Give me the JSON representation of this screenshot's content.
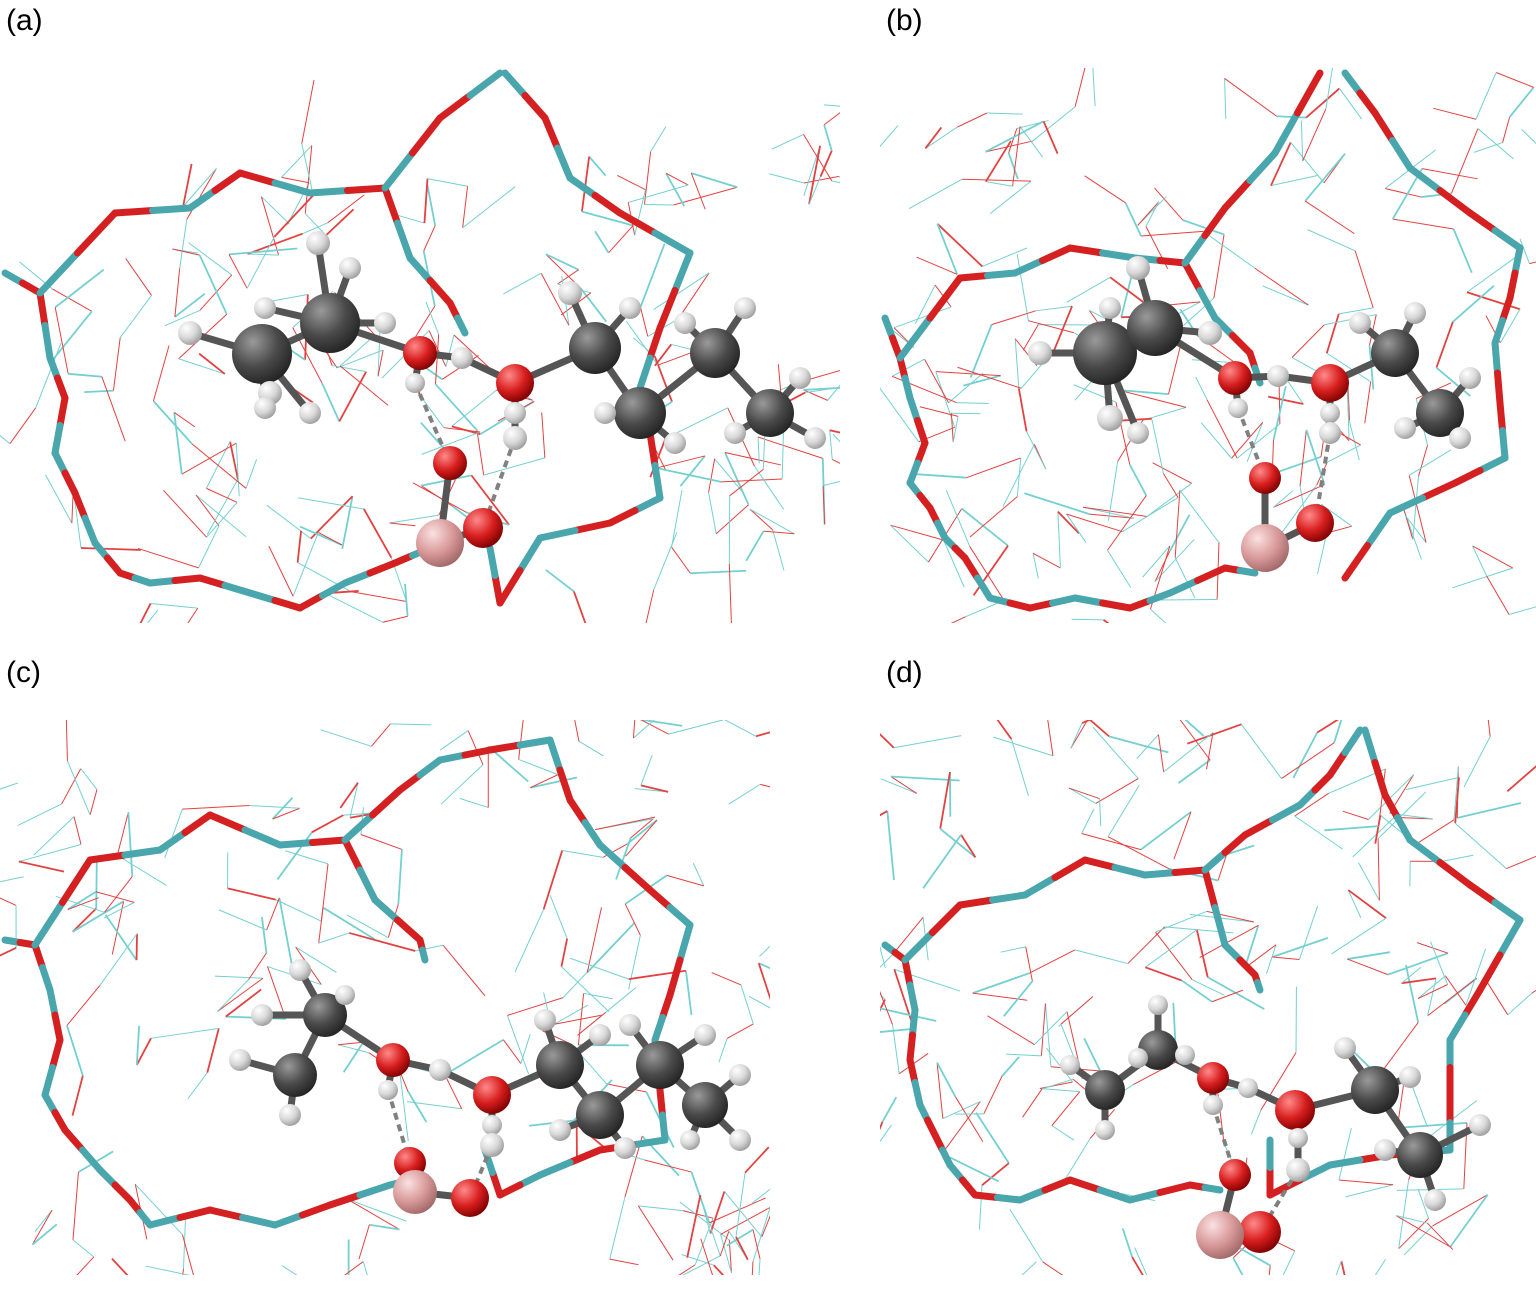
{
  "panels": [
    {
      "label": "(a)"
    },
    {
      "label": "(b)"
    },
    {
      "label": "(c)"
    },
    {
      "label": "(d)"
    }
  ],
  "colors": {
    "silicon": "#4aa6ad",
    "oxygen_frame": "#d42020",
    "framework_thin_si": "#5cc8c8",
    "framework_thin_o": "#e02020",
    "carbon": "#4a4a4a",
    "hydrogen": "#d8d8d8",
    "oxygen_atom": "#d81e1e",
    "aluminum": "#d99a9a",
    "hbond": "#808080"
  }
}
